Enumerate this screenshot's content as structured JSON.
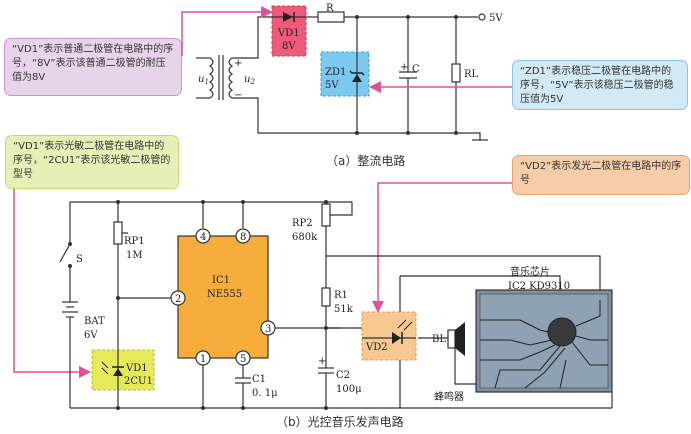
{
  "callouts": {
    "vd1_normal": "“VD1”表示普通二极管在电路中的序号，“8V”表示该普通二极管的耐压值为8V",
    "zd1": "“ZD1”表示稳压二极管在电路中的序号，“5V”表示该稳压二极管的稳压值为5V",
    "vd1_photo": "“VD1”表示光敏二极管在电路中的序号，“2CU1”表示该光敏二极管的型号",
    "vd2": "“VD2”表示发光二极管在电路中的序号"
  },
  "captions": {
    "a": "（a）整流电路",
    "b": "（b）光控音乐发声电路"
  },
  "circuit_a": {
    "vd1": "VD1",
    "vd1_value": "8V",
    "r": "R",
    "v5": "5V",
    "zd1": "ZD1",
    "zd1_value": "5V",
    "c": "C",
    "rl": "RL",
    "u1": "u",
    "u1_sub": "1",
    "u2": "u",
    "u2_sub": "2",
    "plus": "+",
    "minus": "−"
  },
  "circuit_b": {
    "s": "S",
    "rp1": "RP1",
    "rp1_value": "1M",
    "bat": "BAT",
    "bat_value": "6V",
    "vd1": "VD1",
    "vd1_value": "2CU1",
    "ic1": "IC1",
    "ic1_value": "NE555",
    "pin4": "4",
    "pin8": "8",
    "pin2": "2",
    "pin3": "3",
    "pin1": "1",
    "pin5": "5",
    "c1": "C1",
    "c1_value": "0. 1μ",
    "rp2": "RP2",
    "rp2_value": "680k",
    "r1": "R1",
    "r1_value": "51k",
    "c2": "C2",
    "c2_value": "100μ",
    "plus": "+",
    "vd2": "VD2",
    "bl": "BL",
    "buzzer": "蜂鸣器",
    "chip_title": "音乐芯片",
    "ic2": "IC2  KD9310"
  },
  "colors": {
    "vd1_box": "#f05a7a",
    "zd1_box": "#7dc8ee",
    "photo_box": "#e6ea5a",
    "vd2_box": "#f7c892",
    "chip_box": "#7d8fa0",
    "ic1_body": "#f6ad3c",
    "pointer": "#e0519a"
  }
}
